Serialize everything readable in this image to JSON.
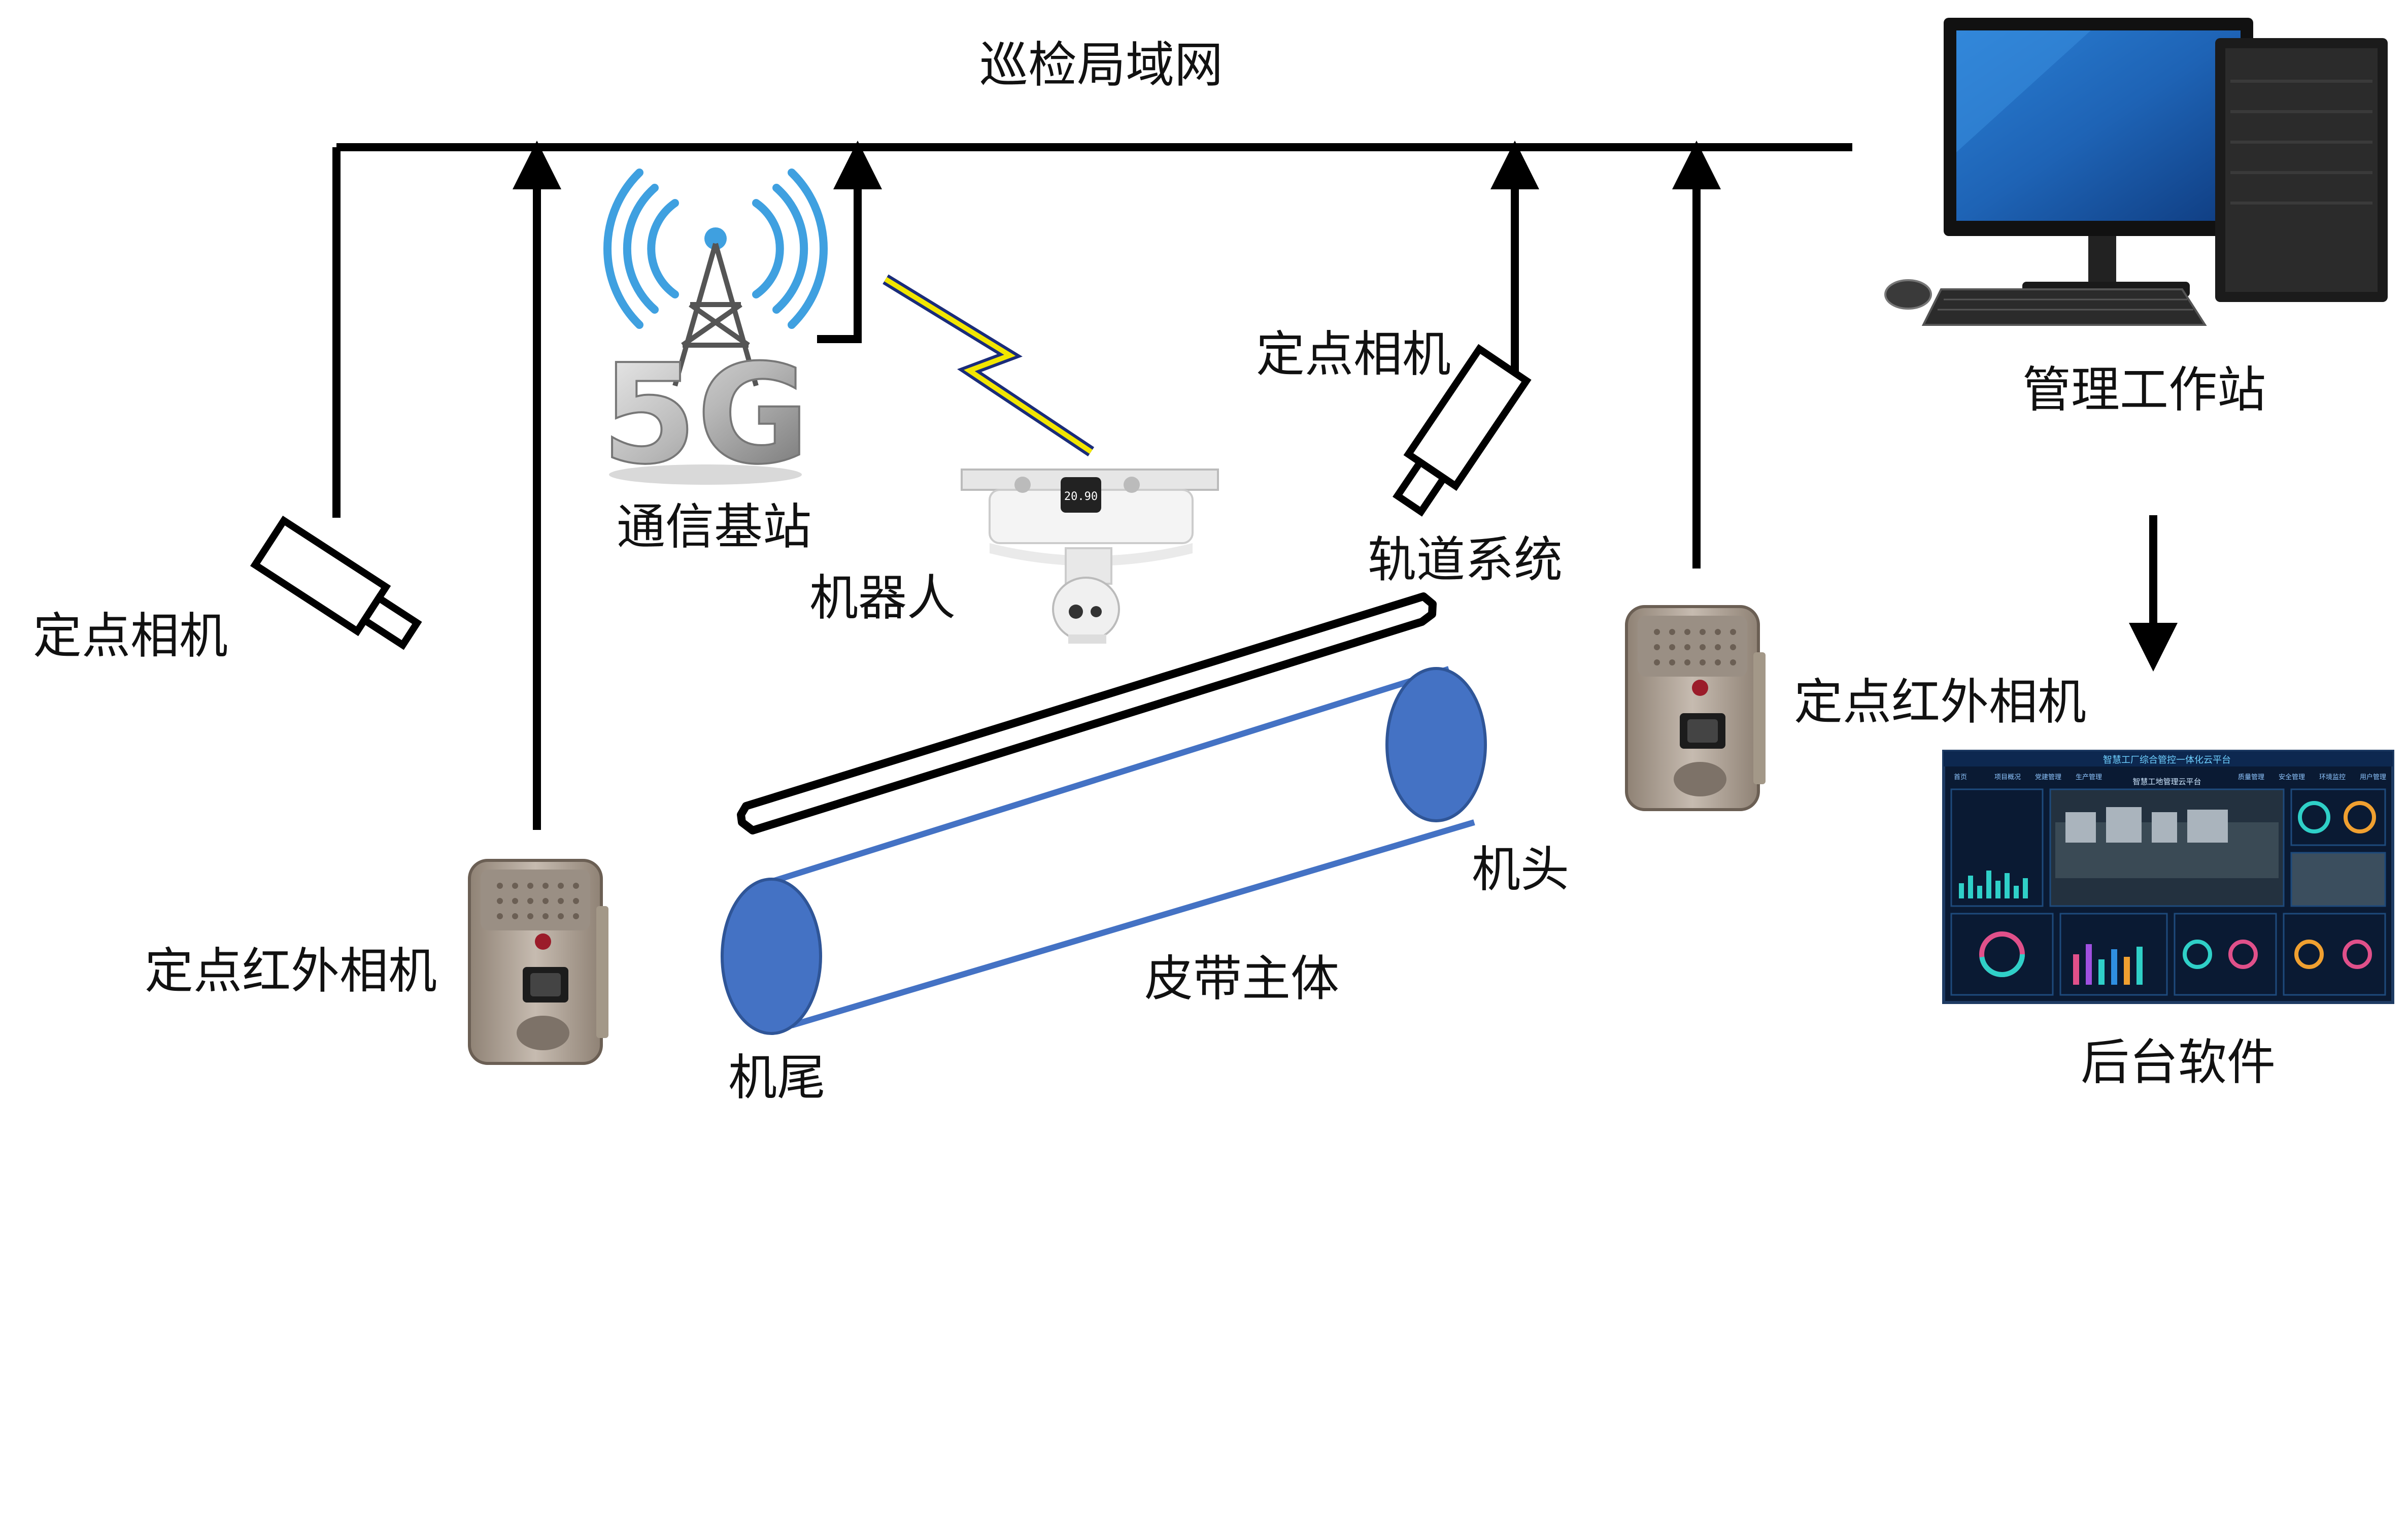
{
  "labels": {
    "network": "巡检局域网",
    "workstation": "管理工作站",
    "software": "后台软件",
    "base_station": "通信基站",
    "robot": "机器人",
    "rail": "轨道系统",
    "camera_left": "定点相机",
    "camera_mid": "定点相机",
    "ir_camera_left": "定点红外相机",
    "ir_camera_right": "定点红外相机",
    "belt_body": "皮带主体",
    "head": "机头",
    "tail": "机尾"
  },
  "graphics": {
    "five_g_text": "5G",
    "robot_display": "20.90",
    "dashboard_title": "智慧工厂综合管控一体化云平台",
    "dashboard_subtitle": "智慧工地管理云平台",
    "dashboard_tabs": [
      "首页",
      "项目概况",
      "党建管理",
      "生产管理",
      "质量管理",
      "安全管理",
      "环境监控",
      "用户管理"
    ]
  },
  "colors": {
    "belt_blue": "#4472C4",
    "link_black": "#000000",
    "signal_yellow": "#f2e600",
    "dashboard_bg": "#0a1a33"
  }
}
